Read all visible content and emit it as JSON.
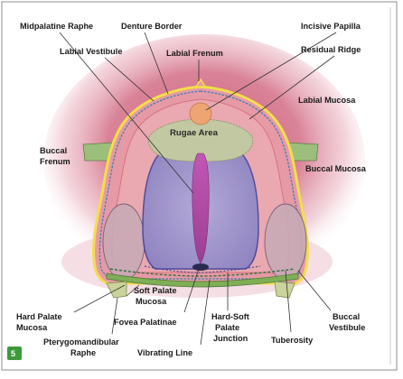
{
  "labels": {
    "midpalatine_raphe": "Midpalatine Raphe",
    "denture_border": "Denture Border",
    "incisive_papilla": "Incisive Papilla",
    "labial_vestibule": "Labial Vestibule",
    "labial_frenum": "Labial Frenum",
    "residual_ridge": "Residual Ridge",
    "labial_mucosa": "Labial Mucosa",
    "rugae_area": "Rugae Area",
    "buccal_frenum_line1": "Buccal",
    "buccal_frenum_line2": "Frenum",
    "buccal_mucosa": "Buccal Mucosa",
    "soft_palate_line1": "Soft Palate",
    "soft_palate_line2": "Mucosa",
    "hard_palate_line1": "Hard Palate",
    "hard_palate_line2": "Mucosa",
    "fovea_palatinae": "Fovea Palatinae",
    "hard_soft_line1": "Hard-Soft",
    "hard_soft_line2": "Palate",
    "hard_soft_line3": "Junction",
    "pterygo_line1": "Pterygomandibular",
    "pterygo_line2": "Raphe",
    "vibrating_line": "Vibrating Line",
    "tuberosity": "Tuberosity",
    "buccal_vestibule_line1": "Buccal",
    "buccal_vestibule_line2": "Vestibule"
  },
  "figure_number": "5",
  "colors": {
    "frame": "#8c8c8c",
    "mucosa": "#c9506f",
    "ridge": "#e9a3ab",
    "palate": "#9d93c9",
    "palate_edge": "#4e4a9e",
    "raphe": "#b24aa5",
    "rugae": "#c2c8a1",
    "papilla": "#efa474",
    "denture_border": "#f3de4a",
    "vestibule_line": "#3d7fae",
    "frenum": "#9dbf7c",
    "soft_palate": "#7fae57",
    "badge": "#3d9a3a"
  }
}
